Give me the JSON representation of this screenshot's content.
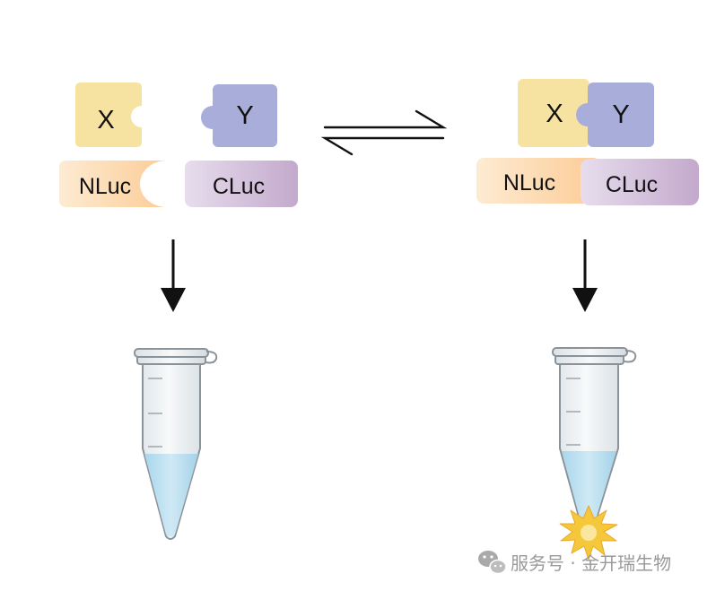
{
  "left": {
    "block_x_label": "X",
    "block_y_label": "Y",
    "nluc_label": "NLuc",
    "cluc_label": "CLuc"
  },
  "right": {
    "block_x_label": "X",
    "block_y_label": "Y",
    "nluc_label": "NLuc",
    "cluc_label": "CLuc"
  },
  "watermark": {
    "text": "服务号 · 金开瑞生物"
  },
  "colors": {
    "block_x": "#F6E3A2",
    "block_y": "#A9ADDA",
    "nluc": "#FCCF9C",
    "cluc": "#C8B2D0",
    "liquid": "#BFE0F0",
    "glow": "#F5C73A",
    "arrow": "#111111"
  },
  "icons": {
    "watermark": "wechat-icon",
    "luminescence": "starburst-icon"
  }
}
